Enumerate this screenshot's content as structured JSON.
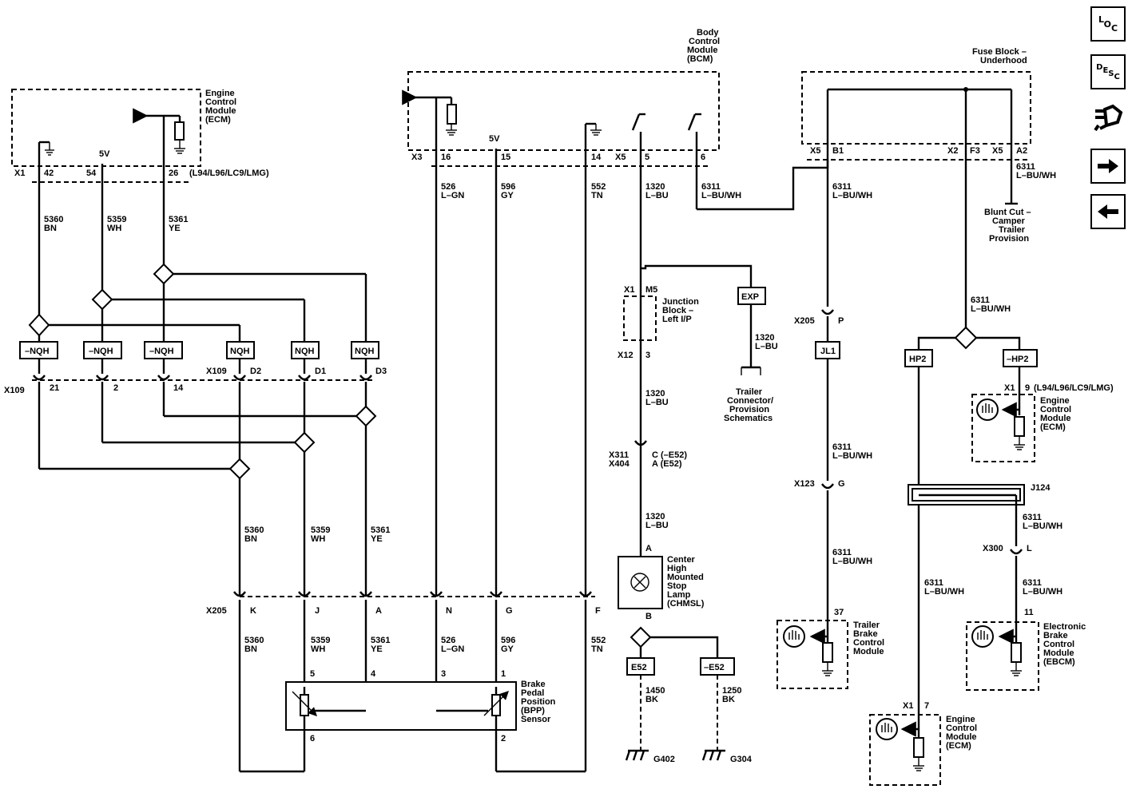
{
  "ecm_top": {
    "title": [
      "Engine",
      "Control",
      "Module",
      "(ECM)"
    ],
    "conn": "X1",
    "p1": "42",
    "p2": "54",
    "p3": "26",
    "v": "5V",
    "option": "(L94/L96/LC9/LMG)"
  },
  "bcm": {
    "title": [
      "Body",
      "Control",
      "Module",
      "(BCM)"
    ],
    "c1": "X3",
    "p16": "16",
    "p15": "15",
    "p14": "14",
    "c2": "X5",
    "p5": "5",
    "p6": "6",
    "v": "5V"
  },
  "fuse": {
    "title": [
      "Fuse Block –",
      "Underhood"
    ],
    "x5a": "X5",
    "b1": "B1",
    "x2": "X2",
    "f3": "F3",
    "x5b": "X5",
    "a2": "A2"
  },
  "wires": {
    "w5360": [
      "5360",
      "BN"
    ],
    "w5359": [
      "5359",
      "WH"
    ],
    "w5361": [
      "5361",
      "YE"
    ],
    "w526": [
      "526",
      "L–GN"
    ],
    "w596": [
      "596",
      "GY"
    ],
    "w552": [
      "552",
      "TN"
    ],
    "w1320": [
      "1320",
      "L–BU"
    ],
    "w6311": [
      "6311",
      "L–BU/WH"
    ],
    "w1450": [
      "1450",
      "BK"
    ],
    "w1250": [
      "1250",
      "BK"
    ]
  },
  "blunt_cut": [
    "Blunt Cut –",
    "Camper",
    "Trailer",
    "Provision"
  ],
  "options": {
    "nqh": "NQH",
    "not_nqh": "–NQH",
    "exp": "EXP",
    "jl1": "JL1",
    "hp2": "HP2",
    "not_hp2": "–HP2",
    "e52": "E52",
    "not_e52": "–E52"
  },
  "x109": {
    "name": "X109",
    "p21": "21",
    "p2": "2",
    "p14": "14",
    "d2": "D2",
    "d1": "D1",
    "d3": "D3"
  },
  "junction_block": {
    "name": [
      "Junction",
      "Block –",
      "Left I/P"
    ],
    "x1": "X1",
    "m5": "M5",
    "x12": "X12",
    "p3": "3"
  },
  "trailer_conn": [
    "Trailer",
    "Connector/",
    "Provision",
    "Schematics"
  ],
  "x205_top": {
    "name": "X205",
    "pin": "P"
  },
  "x311": {
    "name1": "X311",
    "name2": "X404",
    "pin1": "C (–E52)",
    "pin2": "A (E52)"
  },
  "x123": {
    "name": "X123",
    "pin": "G"
  },
  "j124": "J124",
  "x300": {
    "name": "X300",
    "pin": "L"
  },
  "ecm_right": {
    "title": [
      "Engine",
      "Control",
      "Module",
      "(ECM)"
    ],
    "conn": "X1",
    "pin": "9",
    "option": "(L94/L96/LC9/LMG)"
  },
  "chmsl": {
    "title": [
      "Center",
      "High",
      "Mounted",
      "Stop",
      "Lamp",
      "(CHMSL)"
    ],
    "a": "A",
    "b": "B"
  },
  "x205_bottom": {
    "name": "X205",
    "k": "K",
    "j": "J",
    "a": "A",
    "n": "N",
    "g": "G",
    "f": "F"
  },
  "bpp": {
    "title": [
      "Brake",
      "Pedal",
      "Position",
      "(BPP)",
      "Sensor"
    ],
    "p5": "5",
    "p4": "4",
    "p3": "3",
    "p1": "1",
    "p6": "6",
    "p2": "2"
  },
  "grounds": {
    "g402": "G402",
    "g304": "G304"
  },
  "trailer_brake": {
    "title": [
      "Trailer",
      "Brake",
      "Control",
      "Module"
    ],
    "pin": "37"
  },
  "ebcm": {
    "title": [
      "Electronic",
      "Brake",
      "Control",
      "Module",
      "(EBCM)"
    ],
    "pin": "11"
  },
  "ecm_bottom": {
    "title": [
      "Engine",
      "Control",
      "Module",
      "(ECM)"
    ],
    "conn": "X1",
    "pin": "7"
  },
  "nav": {
    "loc": [
      "L",
      "O",
      "C"
    ],
    "desc": [
      "D",
      "E",
      "S",
      "C"
    ]
  }
}
